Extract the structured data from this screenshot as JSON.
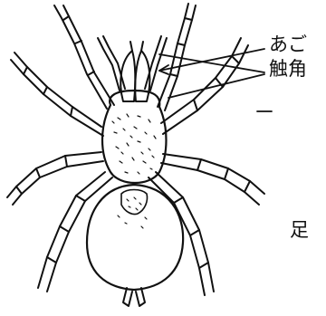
{
  "labels": {
    "jaw": "あご",
    "antenna": "触角",
    "leg": "足"
  }
}
